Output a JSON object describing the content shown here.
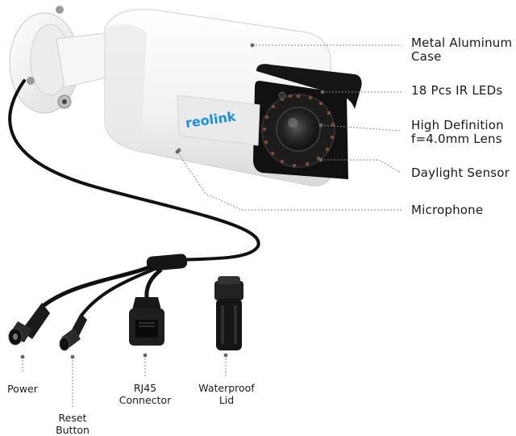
{
  "brand": {
    "logo_text": "reolink"
  },
  "callouts": [
    {
      "id": "metal-case",
      "label": "Metal Aluminum\nCase"
    },
    {
      "id": "ir-leds",
      "label": "18 Pcs IR LEDs"
    },
    {
      "id": "lens",
      "label": "High Definition\nf=4.0mm Lens"
    },
    {
      "id": "daylight-sensor",
      "label": "Daylight Sensor"
    },
    {
      "id": "microphone",
      "label": "Microphone"
    }
  ],
  "ports": [
    {
      "id": "power",
      "label": "Power"
    },
    {
      "id": "reset",
      "label": "Reset\nButton"
    },
    {
      "id": "rj45",
      "label": "RJ45\nConnector"
    },
    {
      "id": "lid",
      "label": "Waterproof\nLid"
    }
  ],
  "colors": {
    "body": "#f4f4f4",
    "cable": "#111111",
    "leader": "#8a8a8a",
    "accent": "#1a8fe0"
  }
}
